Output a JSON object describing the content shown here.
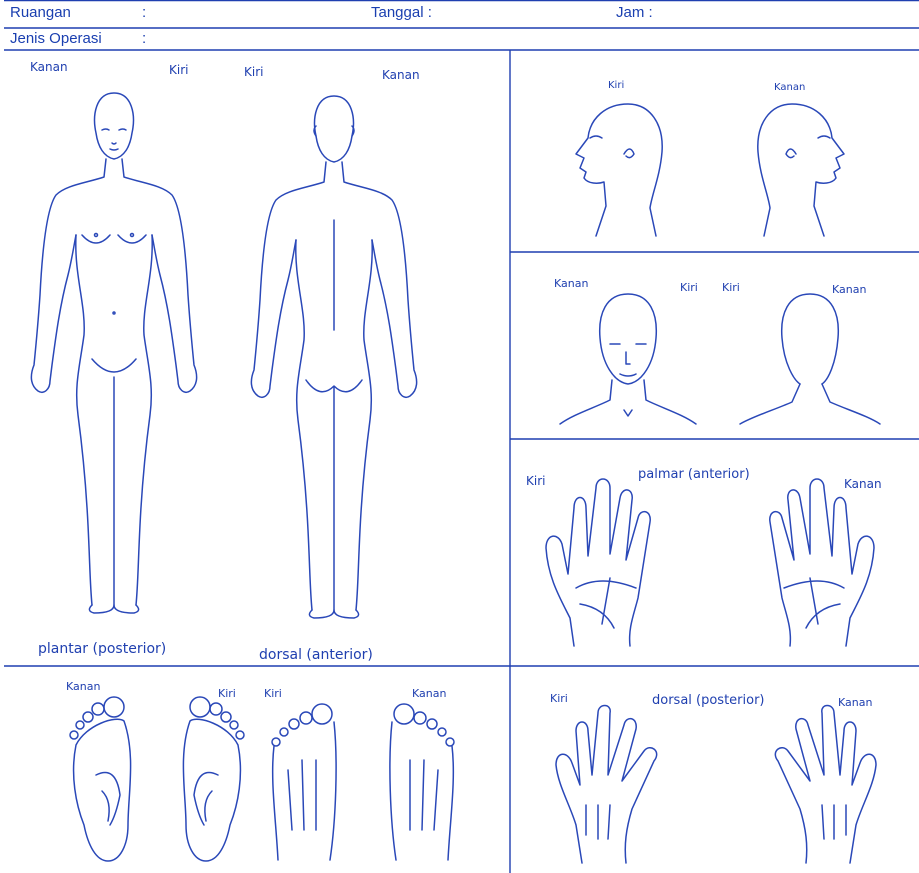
{
  "header": {
    "ruangan_label": "Ruangan",
    "ruangan_sep": ":",
    "tanggal_label": "Tanggal :",
    "jam_label": "Jam :",
    "jenis_operasi_label": "Jenis Operasi",
    "jenis_operasi_sep": ":"
  },
  "body_front": {
    "right_label": "Kanan",
    "left_label": "Kiri"
  },
  "body_back": {
    "left_label": "Kiri",
    "right_label": "Kanan"
  },
  "body_captions": {
    "front": "plantar (posterior)",
    "back": "dorsal (anterior)"
  },
  "head_profiles": {
    "left_label": "Kiri",
    "right_label": "Kanan"
  },
  "head_fronts": {
    "right_label": "Kanan",
    "left1_label": "Kiri",
    "left2_label": "Kiri",
    "right2_label": "Kanan"
  },
  "palms": {
    "left_label": "Kiri",
    "caption": "palmar (anterior)",
    "right_label": "Kanan"
  },
  "feet": {
    "label1": "Kanan",
    "label2": "Kiri",
    "label3": "Kiri",
    "label4": "Kanan"
  },
  "hands_dorsal": {
    "left_label": "Kiri",
    "caption": "dorsal (posterior)",
    "right_label": "Kanan"
  },
  "colors": {
    "ink": "#1f3fb0",
    "paper": "#ffffff"
  }
}
